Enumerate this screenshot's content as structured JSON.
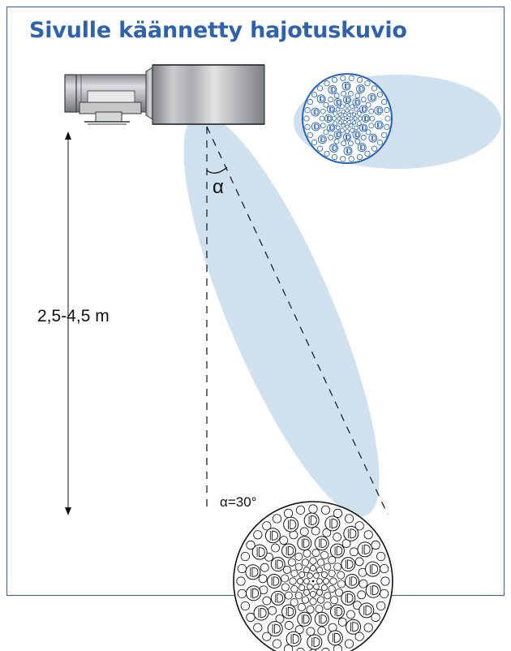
{
  "title": "Sivulle käännetty hajotuskuvio",
  "labels": {
    "height_range": "2,5-4,5 m",
    "angle_symbol": "α",
    "angle_value": "α=30°"
  },
  "colors": {
    "brand_blue": "#2f62ae",
    "spray_fill": "#cfe0ef",
    "nozzle_blue": "#2563b8",
    "line": "#111111"
  },
  "icons": {
    "diffuser": "diffuser-unit-icon",
    "nozzle_face_small": "nozzle-pattern-icon",
    "nozzle_face_large": "nozzle-pattern-icon"
  }
}
